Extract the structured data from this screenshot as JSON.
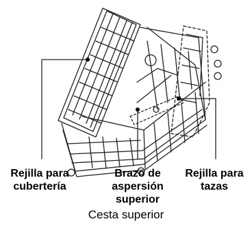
{
  "labels": {
    "cutlery": [
      "Rejilla para",
      "cubertería"
    ],
    "spray": [
      "Brazo de",
      "aspersión",
      "superior"
    ],
    "cups": [
      "Rejilla para",
      "tazas"
    ]
  },
  "caption": "Cesta superior"
}
